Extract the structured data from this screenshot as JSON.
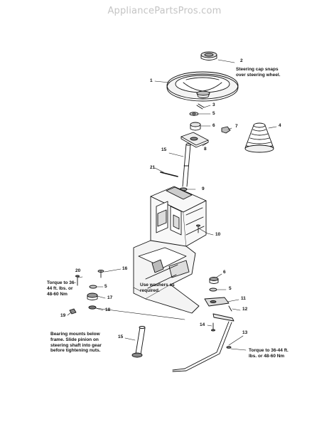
{
  "watermark": "AppliancePartsPros.com",
  "callouts": [
    {
      "id": "c1",
      "text": "1"
    },
    {
      "id": "c2",
      "text": "2"
    },
    {
      "id": "c3",
      "text": "3"
    },
    {
      "id": "c4",
      "text": "4"
    },
    {
      "id": "c5a",
      "text": "5"
    },
    {
      "id": "c5b",
      "text": "5"
    },
    {
      "id": "c5c",
      "text": "5"
    },
    {
      "id": "c6a",
      "text": "6"
    },
    {
      "id": "c6b",
      "text": "6"
    },
    {
      "id": "c7",
      "text": "7"
    },
    {
      "id": "c8",
      "text": "8"
    },
    {
      "id": "c9",
      "text": "9"
    },
    {
      "id": "c10",
      "text": "10"
    },
    {
      "id": "c11",
      "text": "11"
    },
    {
      "id": "c12",
      "text": "12"
    },
    {
      "id": "c13",
      "text": "13"
    },
    {
      "id": "c14",
      "text": "14"
    },
    {
      "id": "c15a",
      "text": "15"
    },
    {
      "id": "c15b",
      "text": "15"
    },
    {
      "id": "c16",
      "text": "16"
    },
    {
      "id": "c17",
      "text": "17"
    },
    {
      "id": "c18",
      "text": "18"
    },
    {
      "id": "c19",
      "text": "19"
    },
    {
      "id": "c20",
      "text": "20"
    },
    {
      "id": "c21",
      "text": "21"
    }
  ],
  "notes": {
    "steering_cap": "Steering cap snaps over steering wheel.",
    "torque_left": "Torque to 36-44 ft. lbs. or 48-60 Nm",
    "washers": "Use washers as required.",
    "bearing": "Bearing mounts below frame. Slide pinion on steering shaft into gear before tightening nuts.",
    "torque_right": "Torque to 36-44 ft. lbs. or 48-60 Nm"
  }
}
